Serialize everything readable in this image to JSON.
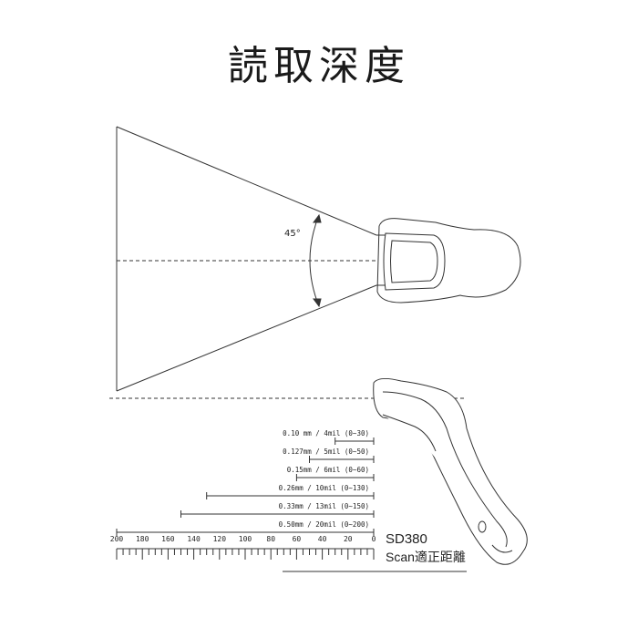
{
  "title": "読取深度",
  "angle_label": "45°",
  "model": "SD380",
  "scan_label": "Scan適正距離",
  "ranges": [
    {
      "label": "0.10 mm / 4mil (0~30)",
      "min": 0,
      "max": 30
    },
    {
      "label": "0.127mm / 5mil (0~50)",
      "min": 0,
      "max": 50
    },
    {
      "label": "0.15mm / 6mil (0~60)",
      "min": 0,
      "max": 60
    },
    {
      "label": "0.26mm / 10mil (0~130)",
      "min": 0,
      "max": 130
    },
    {
      "label": "0.33mm / 13mil (0~150)",
      "min": 0,
      "max": 150
    },
    {
      "label": "0.50mm / 20mil (0~200)",
      "min": 0,
      "max": 200
    }
  ],
  "ruler_ticks": [
    "200",
    "180",
    "160",
    "140",
    "120",
    "100",
    "80",
    "60",
    "40",
    "20",
    "0"
  ]
}
